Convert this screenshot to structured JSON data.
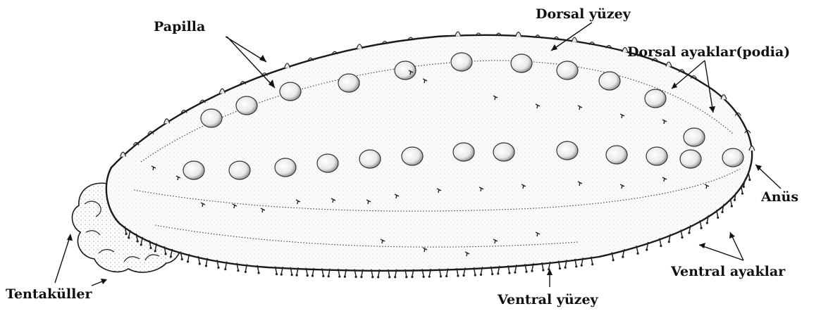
{
  "labels": {
    "papilla": "Papilla",
    "dorsal_surface": "Dorsal yüzey",
    "dorsal_feet": "Dorsal ayaklar(podia)",
    "anus": "Anüs",
    "ventral_feet": "Ventral ayaklar",
    "ventral_surface": "Ventral yüzey",
    "tentacles": "Tentaküller"
  },
  "colors": {
    "ink": "#111111",
    "stipple": "#6b6b6b",
    "paper": "#ffffff"
  }
}
